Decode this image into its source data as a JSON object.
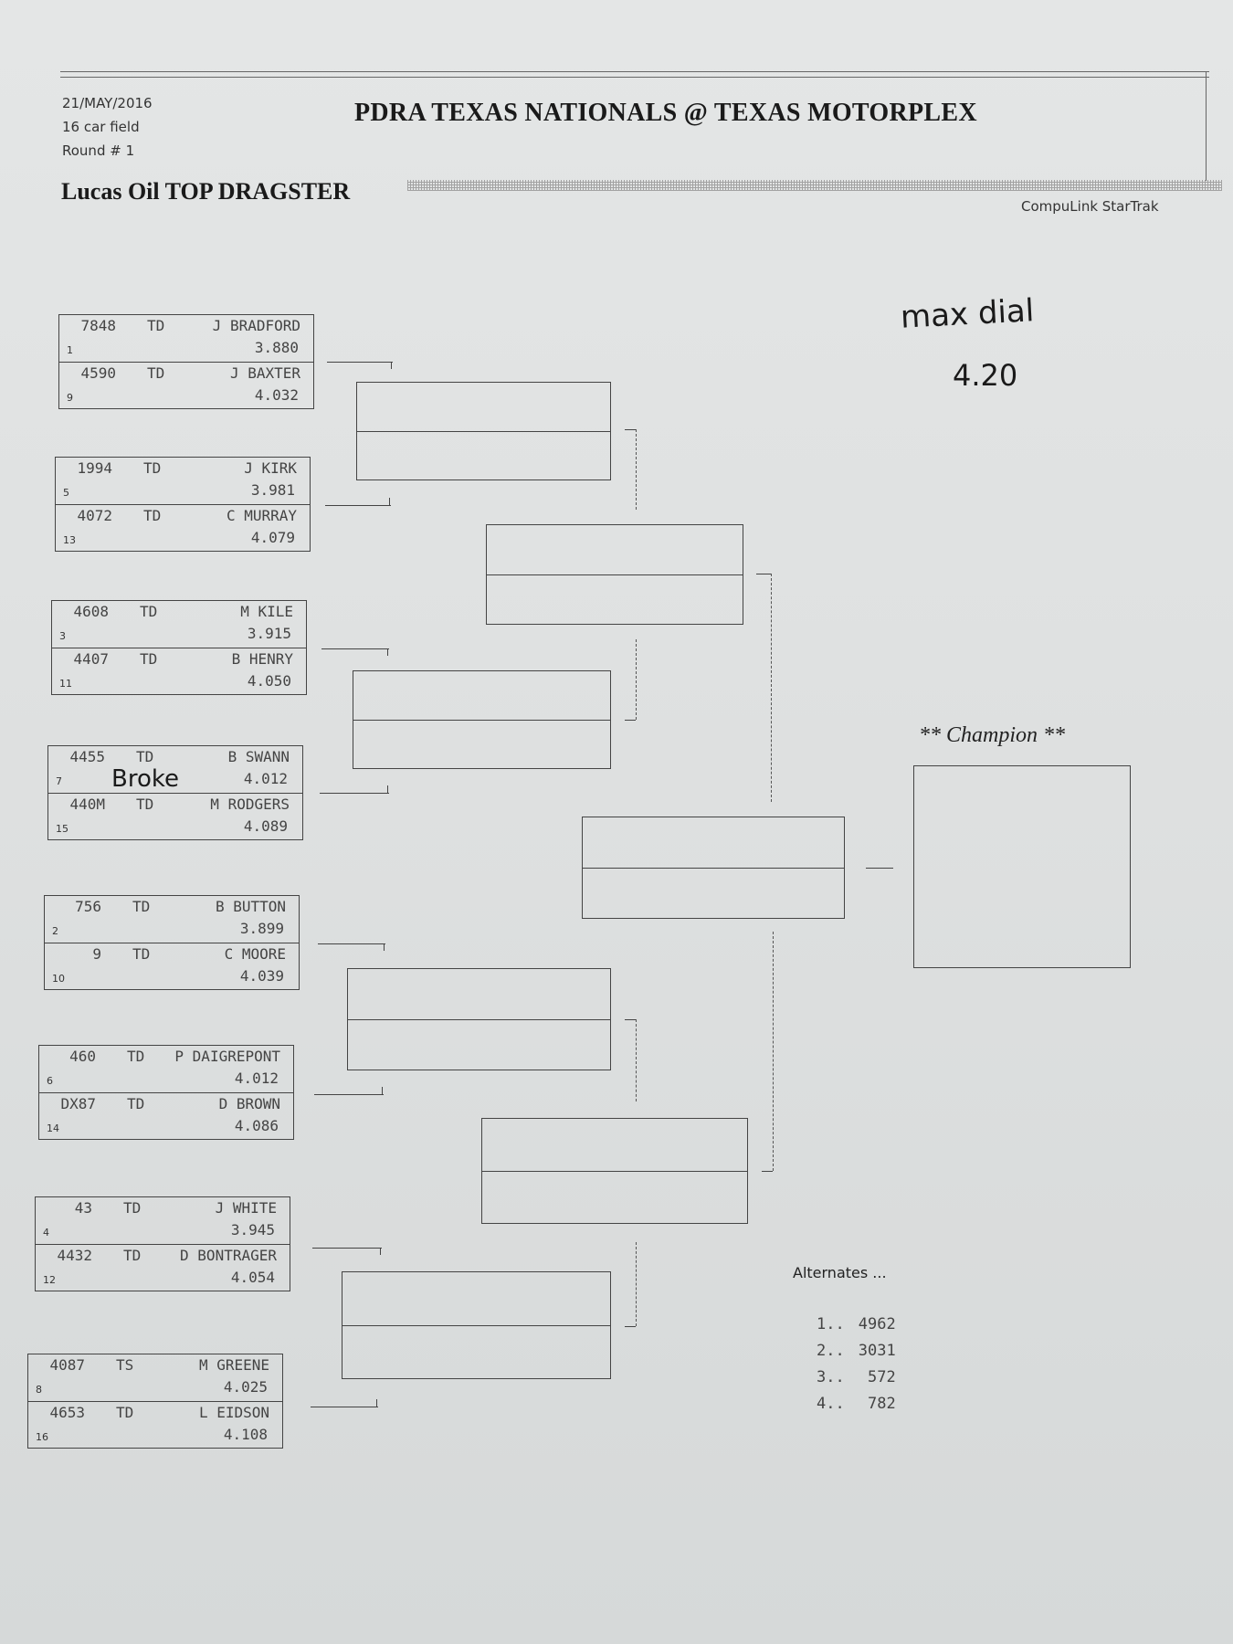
{
  "header": {
    "date": "21/MAY/2016",
    "field": "16 car field",
    "round": "Round # 1",
    "event_title": "PDRA TEXAS NATIONALS @ TEXAS MOTORPLEX",
    "class_title": "Lucas Oil TOP DRAGSTER",
    "software": "CompuLink StarTrak"
  },
  "annotations": {
    "max_dial_label": "max dial",
    "max_dial_value": "4.20",
    "broke_note": "Broke"
  },
  "matchups": [
    {
      "top": {
        "car": "7848",
        "cls": "TD",
        "name": "J BRADFORD",
        "et": "3.880",
        "seed": "1"
      },
      "bottom": {
        "car": "4590",
        "cls": "TD",
        "name": "J BAXTER",
        "et": "4.032",
        "seed": "9"
      }
    },
    {
      "top": {
        "car": "1994",
        "cls": "TD",
        "name": "J KIRK",
        "et": "3.981",
        "seed": "5"
      },
      "bottom": {
        "car": "4072",
        "cls": "TD",
        "name": "C MURRAY",
        "et": "4.079",
        "seed": "13"
      }
    },
    {
      "top": {
        "car": "4608",
        "cls": "TD",
        "name": "M KILE",
        "et": "3.915",
        "seed": "3"
      },
      "bottom": {
        "car": "4407",
        "cls": "TD",
        "name": "B HENRY",
        "et": "4.050",
        "seed": "11"
      }
    },
    {
      "top": {
        "car": "4455",
        "cls": "TD",
        "name": "B SWANN",
        "et": "4.012",
        "seed": "7"
      },
      "bottom": {
        "car": "440M",
        "cls": "TD",
        "name": "M RODGERS",
        "et": "4.089",
        "seed": "15"
      }
    },
    {
      "top": {
        "car": "756",
        "cls": "TD",
        "name": "B BUTTON",
        "et": "3.899",
        "seed": "2"
      },
      "bottom": {
        "car": "9",
        "cls": "TD",
        "name": "C MOORE",
        "et": "4.039",
        "seed": "10"
      }
    },
    {
      "top": {
        "car": "460",
        "cls": "TD",
        "name": "P DAIGREPONT",
        "et": "4.012",
        "seed": "6"
      },
      "bottom": {
        "car": "DX87",
        "cls": "TD",
        "name": "D BROWN",
        "et": "4.086",
        "seed": "14"
      }
    },
    {
      "top": {
        "car": "43",
        "cls": "TD",
        "name": "J WHITE",
        "et": "3.945",
        "seed": "4"
      },
      "bottom": {
        "car": "4432",
        "cls": "TD",
        "name": "D BONTRAGER",
        "et": "4.054",
        "seed": "12"
      }
    },
    {
      "top": {
        "car": "4087",
        "cls": "TS",
        "name": "M GREENE",
        "et": "4.025",
        "seed": "8"
      },
      "bottom": {
        "car": "4653",
        "cls": "TD",
        "name": "L EIDSON",
        "et": "4.108",
        "seed": "16"
      }
    }
  ],
  "champion_label": "** Champion **",
  "alternates": {
    "title": "Alternates ...",
    "items": [
      {
        "rank": "1..",
        "car": "4962"
      },
      {
        "rank": "2..",
        "car": "3031"
      },
      {
        "rank": "3..",
        "car": "572"
      },
      {
        "rank": "4..",
        "car": "782"
      }
    ]
  }
}
